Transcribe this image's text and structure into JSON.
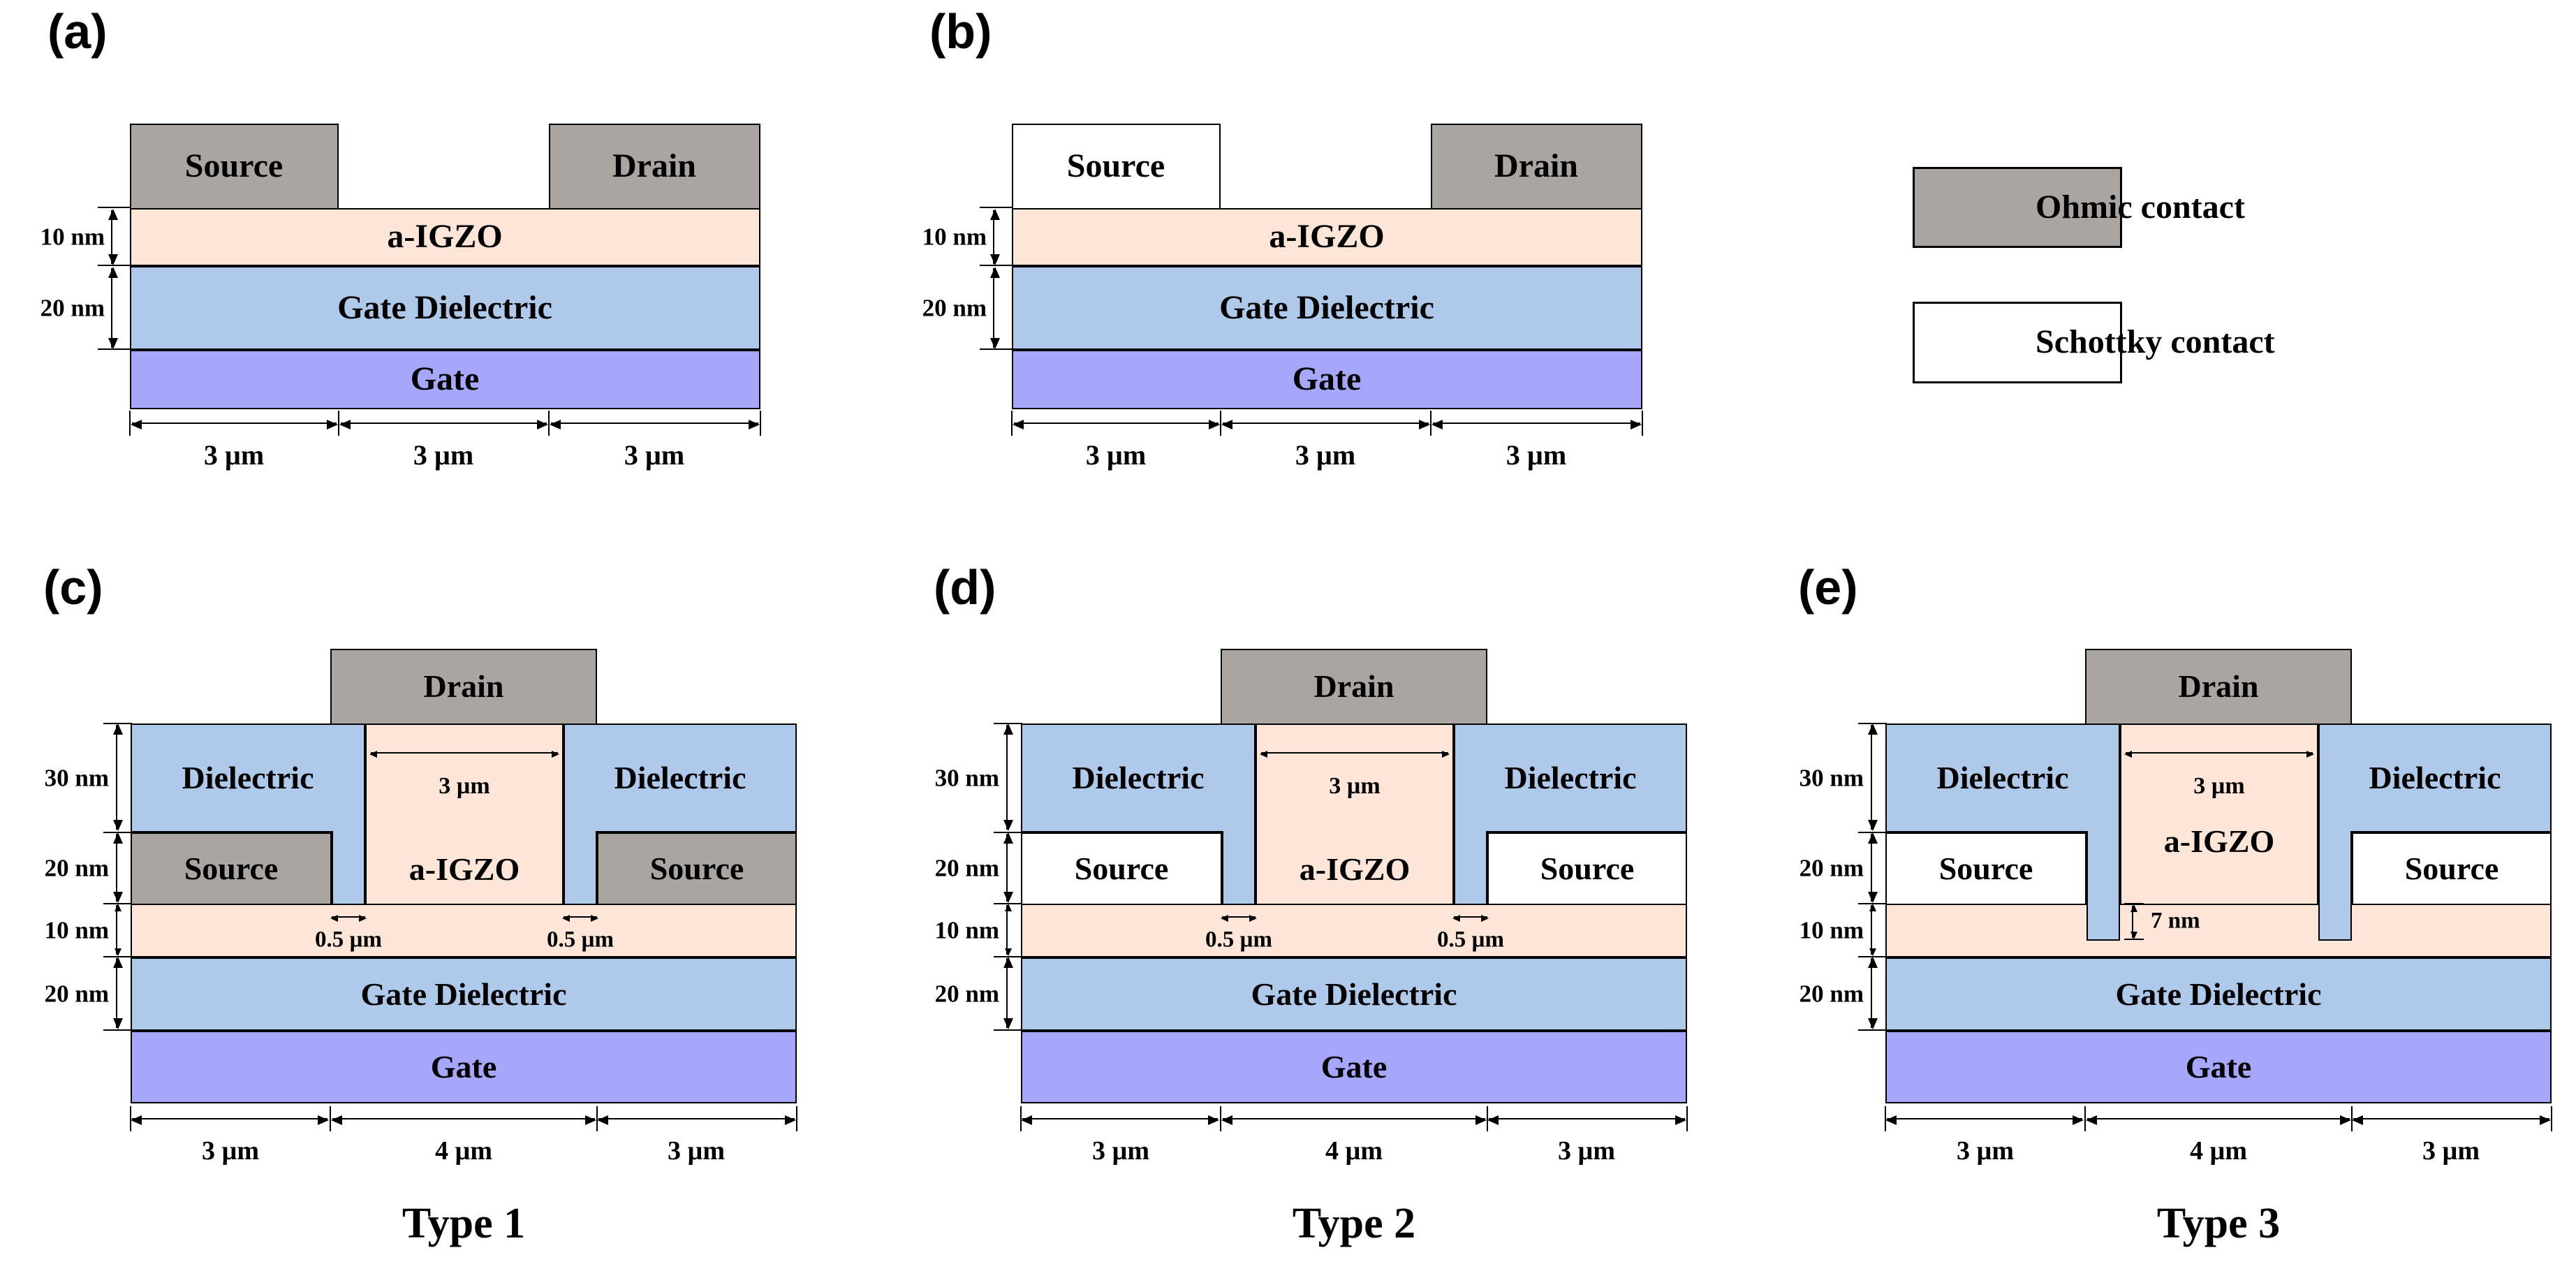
{
  "palette": {
    "ohmic_contact": "#aba5a1",
    "schottky_contact": "#ffffff",
    "igzo": "#fde5d7",
    "dielectric": "#aec9e9",
    "gate": "#a6a7fb",
    "outline": "#000000"
  },
  "legend": {
    "ohmic_label": "Ohmic contact",
    "schottky_label": "Schottky contact"
  },
  "panels": {
    "a": {
      "tag": "(a)",
      "labels": {
        "source": "Source",
        "drain": "Drain",
        "igzo": "a-IGZO",
        "gate_dielectric": "Gate Dielectric",
        "gate": "Gate"
      },
      "dims": [
        "10 nm",
        "20 nm"
      ],
      "widths": [
        "3 µm",
        "3 µm",
        "3 µm"
      ]
    },
    "b": {
      "tag": "(b)",
      "labels": {
        "source": "Source",
        "drain": "Drain",
        "igzo": "a-IGZO",
        "gate_dielectric": "Gate Dielectric",
        "gate": "Gate"
      },
      "dims": [
        "10 nm",
        "20 nm"
      ],
      "widths": [
        "3 µm",
        "3 µm",
        "3 µm"
      ]
    },
    "c": {
      "tag": "(c)",
      "caption": "Type 1",
      "labels": {
        "drain": "Drain",
        "dielectric": "Dielectric",
        "source": "Source",
        "igzo": "a-IGZO",
        "gate_dielectric": "Gate Dielectric",
        "gate": "Gate"
      },
      "channel_width": "3 µm",
      "gaps": [
        "0.5 µm",
        "0.5 µm"
      ],
      "dims": [
        "30 nm",
        "20 nm",
        "10 nm",
        "20 nm"
      ],
      "widths": [
        "3 µm",
        "4 µm",
        "3 µm"
      ]
    },
    "d": {
      "tag": "(d)",
      "caption": "Type 2",
      "labels": {
        "drain": "Drain",
        "dielectric": "Dielectric",
        "source": "Source",
        "igzo": "a-IGZO",
        "gate_dielectric": "Gate Dielectric",
        "gate": "Gate"
      },
      "channel_width": "3 µm",
      "gaps": [
        "0.5 µm",
        "0.5 µm"
      ],
      "dims": [
        "30 nm",
        "20 nm",
        "10 nm",
        "20 nm"
      ],
      "widths": [
        "3 µm",
        "4 µm",
        "3 µm"
      ]
    },
    "e": {
      "tag": "(e)",
      "caption": "Type 3",
      "labels": {
        "drain": "Drain",
        "dielectric": "Dielectric",
        "source": "Source",
        "igzo": "a-IGZO",
        "gate_dielectric": "Gate Dielectric",
        "gate": "Gate"
      },
      "channel_width": "3 µm",
      "notch": "7 nm",
      "dims": [
        "30 nm",
        "20 nm",
        "10 nm",
        "20 nm"
      ],
      "widths": [
        "3 µm",
        "4 µm",
        "3 µm"
      ]
    }
  }
}
